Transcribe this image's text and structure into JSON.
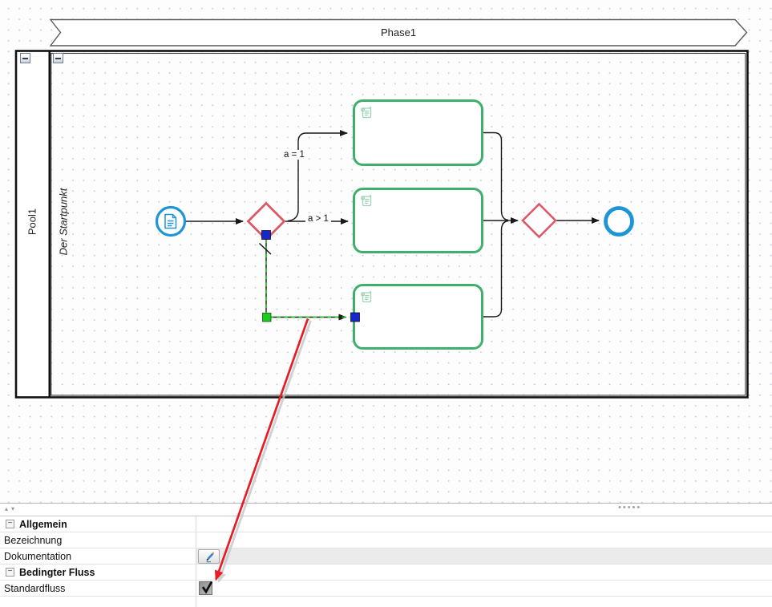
{
  "diagram": {
    "phase_label": "Phase1",
    "pool_label": "Pool1",
    "lane_label": "Der Startpunkt",
    "flow_condition_top": "a = 1",
    "flow_condition_middle": "a > 1"
  },
  "colors": {
    "task_border": "#3fb06c",
    "task_icon": "#9bd5b3",
    "gateway_border": "#db5966",
    "event_border": "#1d95d6",
    "flow": "#1a1a1a",
    "selection_dash": "#22cc22",
    "handle_green": "#1ecb1e",
    "handle_blue": "#1627cc",
    "annotation_arrow": "#e71d26",
    "grid_dot": "#c3c9d4"
  },
  "splitter": {
    "collapse_up_icon": "▴",
    "collapse_down_icon": "▾",
    "drag_dots": "•••••"
  },
  "properties": {
    "group1_label": "Allgemein",
    "row_bezeichnung_label": "Bezeichnung",
    "row_dokumentation_label": "Dokumentation",
    "group2_label": "Bedingter Fluss",
    "row_standardfluss_label": "Standardfluss",
    "group_collapse_icon": "−",
    "standardfluss_checked": "true"
  }
}
